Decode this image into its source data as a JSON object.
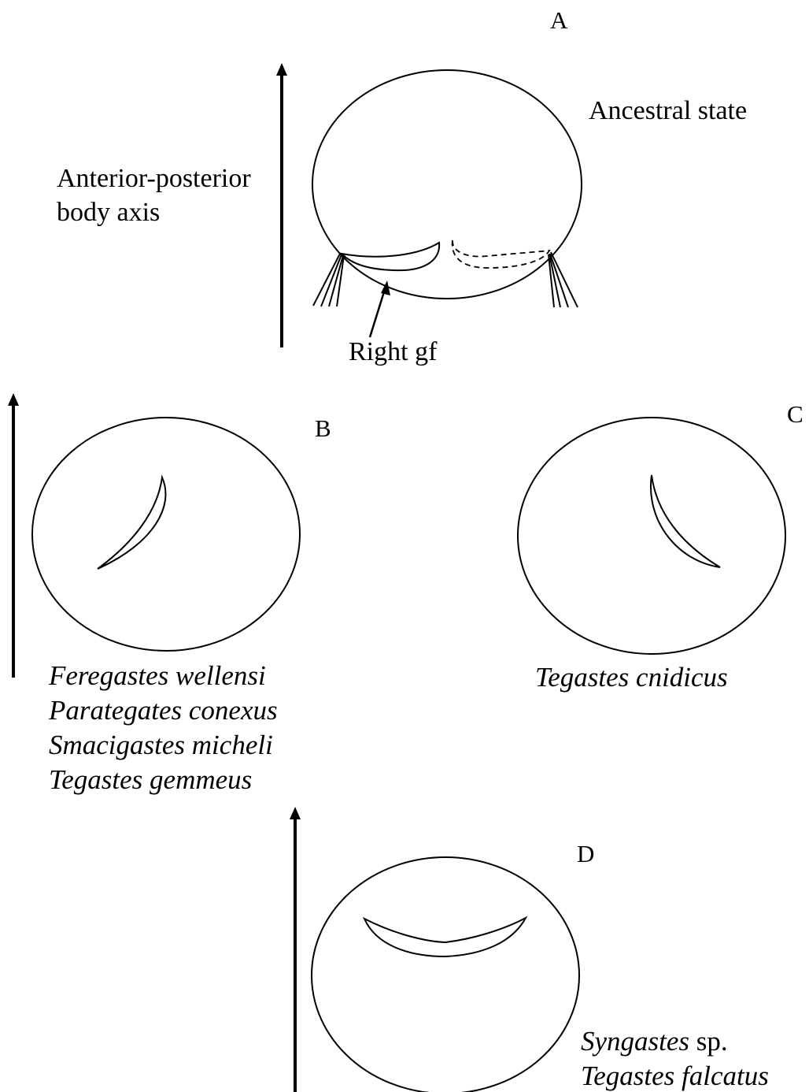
{
  "panels": {
    "a": {
      "letter": "A",
      "caption": "Ancestral state",
      "axis_label_line1": "Anterior-posterior",
      "axis_label_line2": "body axis",
      "pointer_label": "Right gf"
    },
    "b": {
      "letter": "B",
      "species": [
        "Feregastes wellensi",
        "Parategates conexus",
        "Smacigastes micheli",
        "Tegastes gemmeus"
      ]
    },
    "c": {
      "letter": "C",
      "species": [
        "Tegastes cnidicus"
      ]
    },
    "d": {
      "letter": "D",
      "species_line1_italic": "Syngastes",
      "species_line1_rest": " sp.",
      "species_line2": "Tegastes falcatus"
    }
  }
}
